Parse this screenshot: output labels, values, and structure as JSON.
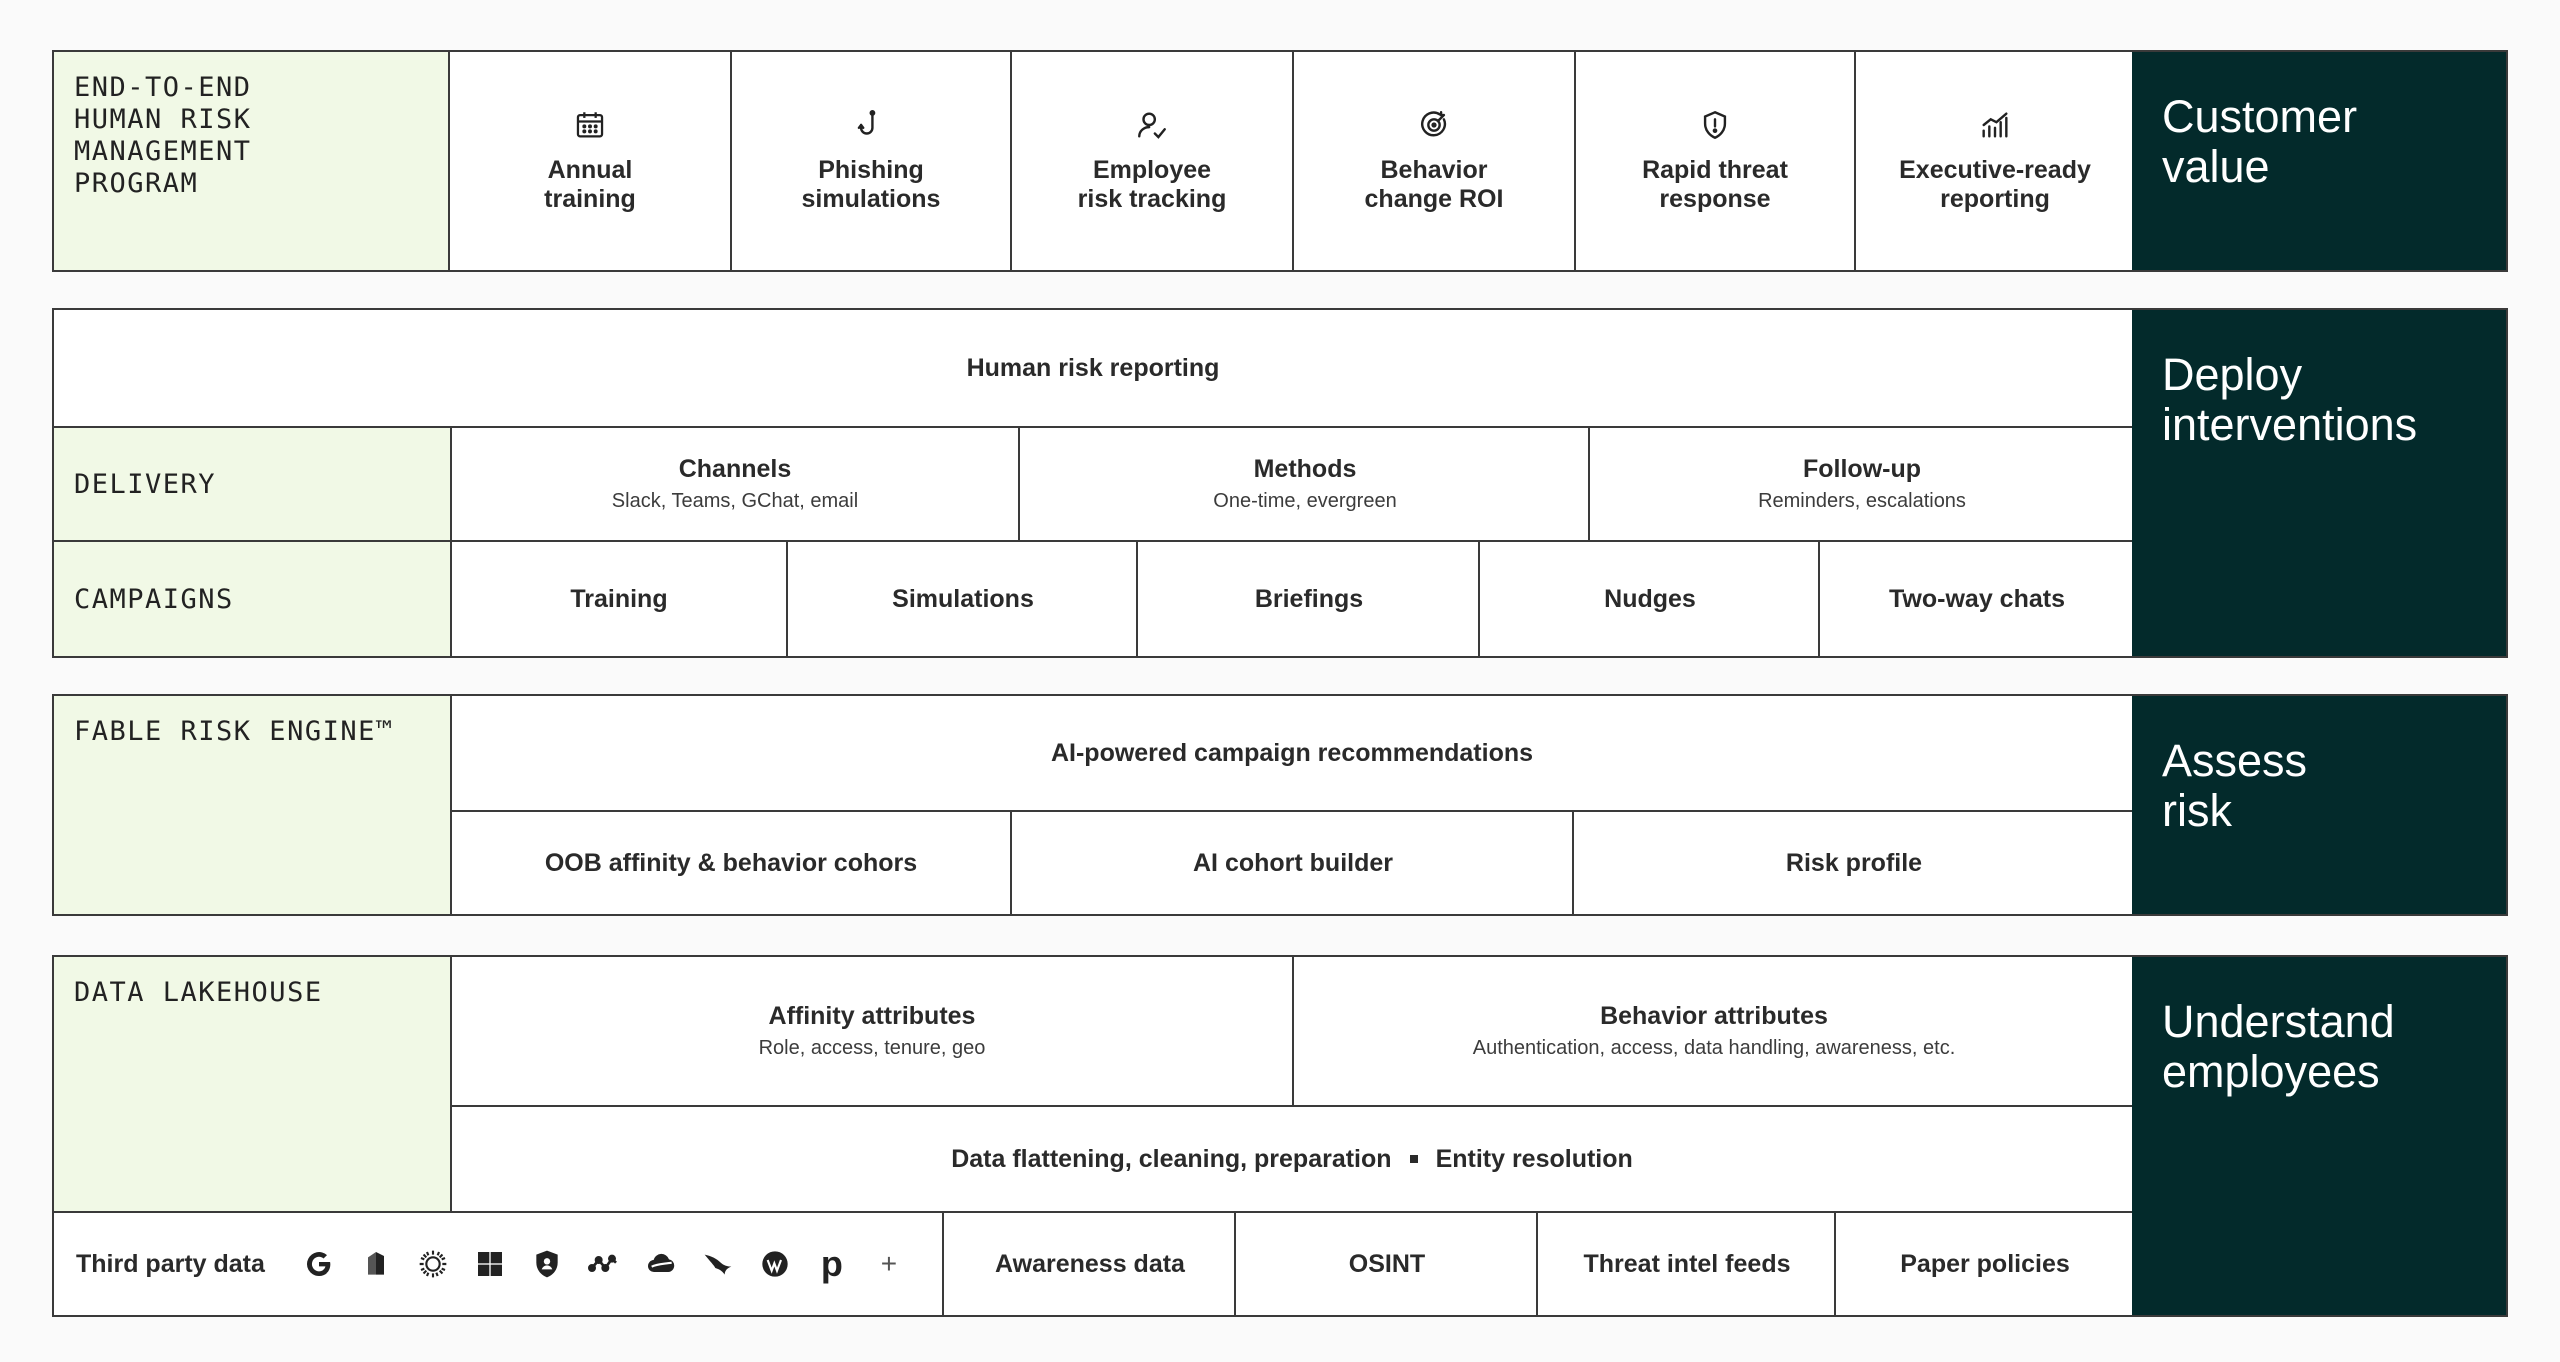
{
  "customer_value": {
    "label": "END-TO-END\nHUMAN RISK MANAGEMENT\nPROGRAM",
    "items": [
      {
        "icon": "calendar-icon",
        "text": "Annual\ntraining"
      },
      {
        "icon": "hook-icon",
        "text": "Phishing\nsimulations"
      },
      {
        "icon": "user-check-icon",
        "text": "Employee\nrisk tracking"
      },
      {
        "icon": "target-icon",
        "text": "Behavior\nchange ROI"
      },
      {
        "icon": "shield-alert-icon",
        "text": "Rapid threat\nresponse"
      },
      {
        "icon": "bar-chart-icon",
        "text": "Executive-ready\nreporting"
      }
    ],
    "dark_title": "Customer\nvalue"
  },
  "deploy": {
    "top_row": "Human risk reporting",
    "delivery_label": "DELIVERY",
    "delivery": [
      {
        "title": "Channels",
        "sub": "Slack, Teams, GChat, email"
      },
      {
        "title": "Methods",
        "sub": "One-time, evergreen"
      },
      {
        "title": "Follow-up",
        "sub": "Reminders, escalations"
      }
    ],
    "campaigns_label": "CAMPAIGNS",
    "campaigns": [
      "Training",
      "Simulations",
      "Briefings",
      "Nudges",
      "Two-way chats"
    ],
    "dark_title": "Deploy\ninterventions"
  },
  "assess": {
    "label": "FABLE RISK ENGINE™",
    "top_row": "AI-powered campaign recommendations",
    "items": [
      "OOB affinity & behavior cohors",
      "AI cohort builder",
      "Risk profile"
    ],
    "dark_title": "Assess\nrisk"
  },
  "understand": {
    "label": "DATA LAKEHOUSE",
    "attributes": [
      {
        "title": "Affinity attributes",
        "sub": "Role, access, tenure, geo"
      },
      {
        "title": "Behavior attributes",
        "sub": "Authentication, access, data handling, awareness, etc."
      }
    ],
    "prep_left": "Data flattening, cleaning, preparation",
    "prep_right": "Entity resolution",
    "third_party_label": "Third party data",
    "third_party_logos": [
      "google-logo-icon",
      "layered-logo-icon",
      "sunburst-logo-icon",
      "windows-logo-icon",
      "shield-logo-icon",
      "network-logo-icon",
      "cloud-logo-icon",
      "falcon-logo-icon",
      "wordpress-logo-icon",
      "p-logo-icon",
      "plus-icon"
    ],
    "p_letter": "p",
    "plus_sign": "+",
    "bottom_items": [
      "Awareness data",
      "OSINT",
      "Threat intel feeds",
      "Paper policies"
    ],
    "dark_title": "Understand\nemployees"
  },
  "colors": {
    "label_bg": "#f1f9e6",
    "dark_bg": "#032a2b",
    "border": "#3a3a3a"
  }
}
